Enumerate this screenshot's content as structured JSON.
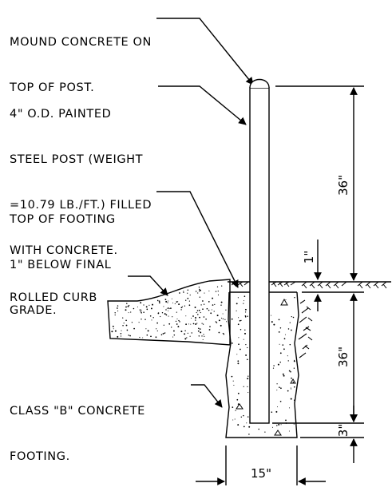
{
  "labels": {
    "mound": [
      "MOUND CONCRETE ON",
      "TOP OF POST."
    ],
    "post": [
      "4\" O.D. PAINTED",
      "STEEL POST (WEIGHT",
      "=10.79 LB./FT.) FILLED",
      "WITH CONCRETE."
    ],
    "footing_top": [
      "TOP OF FOOTING",
      "1\" BELOW FINAL",
      "GRADE."
    ],
    "curb": [
      "ROLLED CURB"
    ],
    "footing": [
      "CLASS \"B\" CONCRETE",
      "FOOTING."
    ]
  },
  "dimensions": {
    "above_grade": "36\"",
    "below_grade": "1\"",
    "embedment": "36\"",
    "base": "3\"",
    "width": "15\""
  }
}
